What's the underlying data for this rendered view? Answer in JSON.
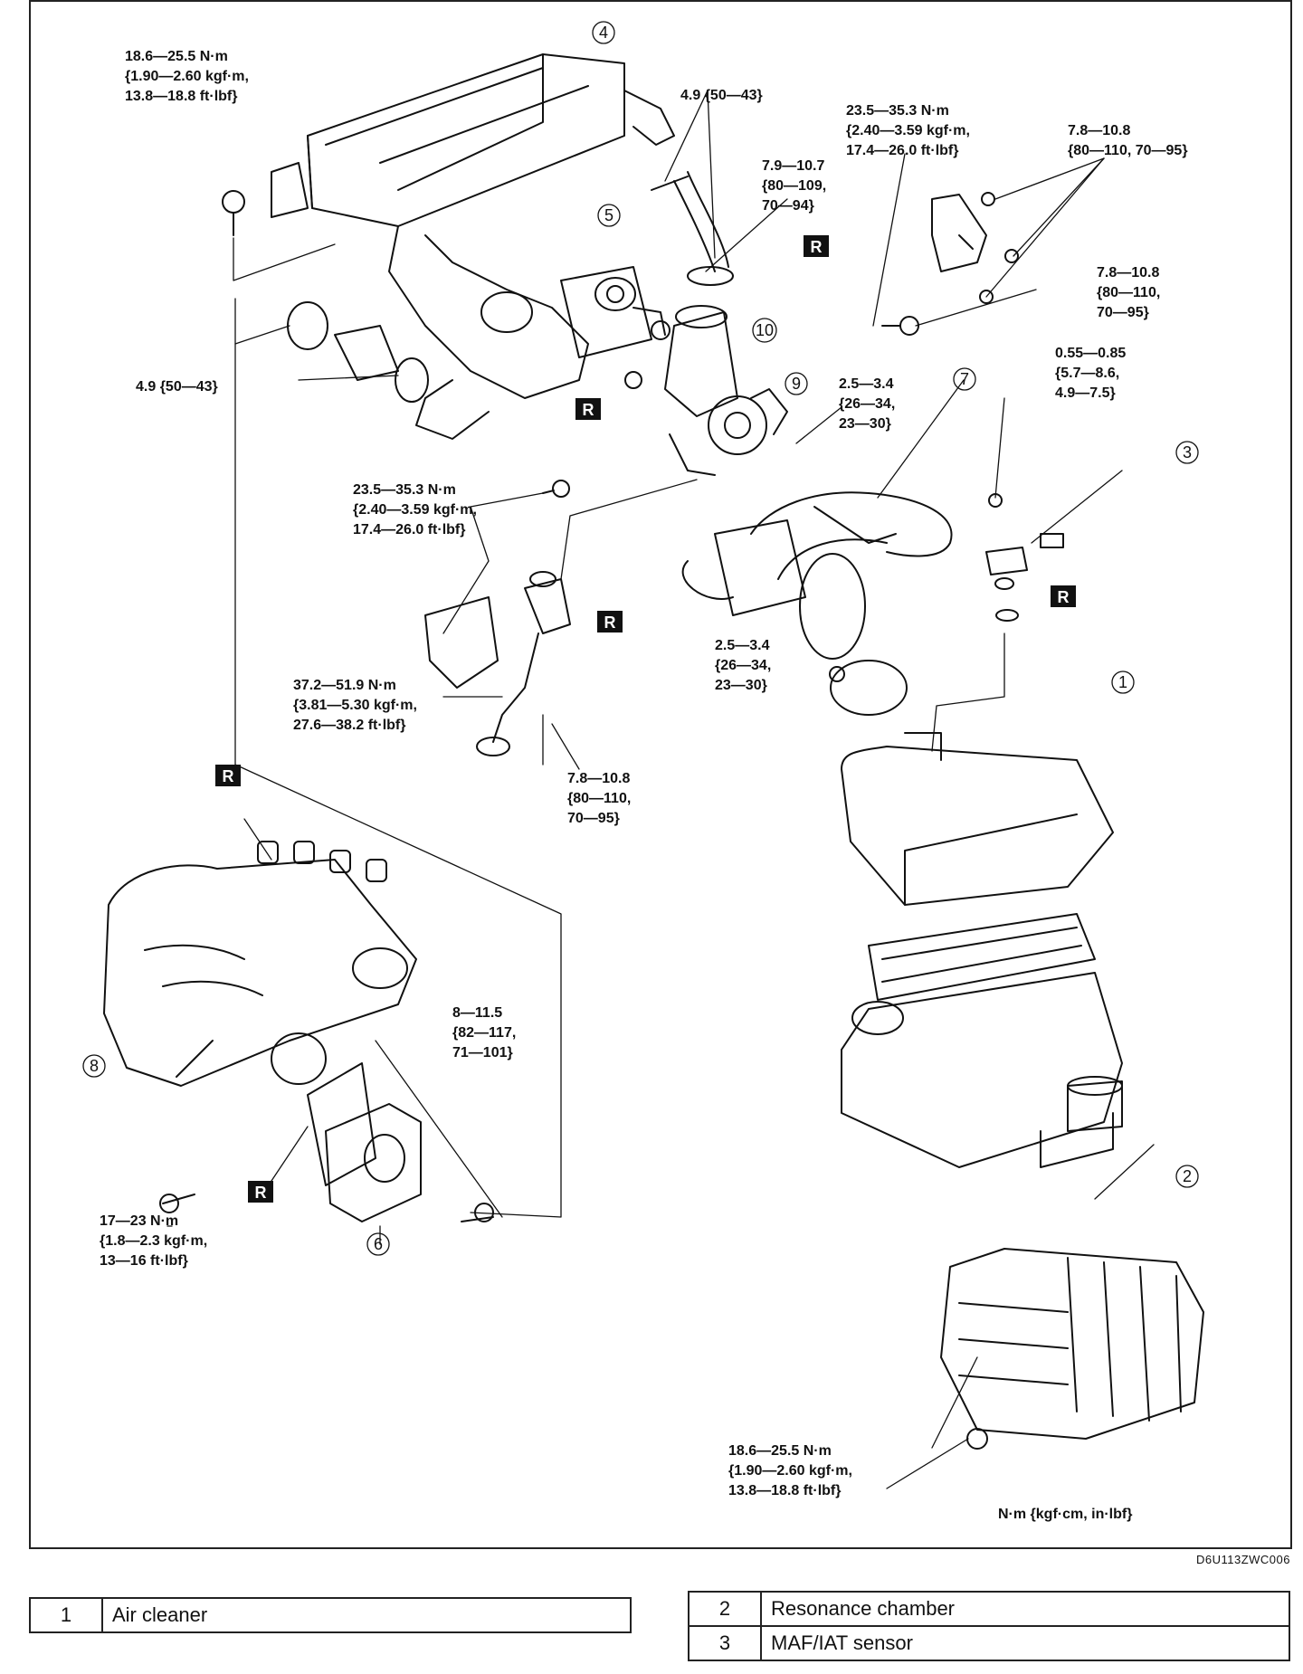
{
  "diagram": {
    "image_code": "D6U113ZWC006",
    "unit_note": "N·m {kgf·cm, in·lbf}",
    "callouts": [
      "1",
      "2",
      "3",
      "4",
      "5",
      "6",
      "7",
      "8",
      "9",
      "10"
    ],
    "replace_mark": "R",
    "torque_labels": {
      "t1": [
        "18.6—25.5 N·m",
        "{1.90—2.60 kgf·m,",
        "13.8—18.8 ft·lbf}"
      ],
      "t2": [
        "4.9 {50—43}"
      ],
      "t3": [
        "7.9—10.7",
        "{80—109,",
        "70—94}"
      ],
      "t4": [
        "23.5—35.3 N·m",
        "{2.40—3.59 kgf·m,",
        "17.4—26.0 ft·lbf}"
      ],
      "t5": [
        "7.8—10.8",
        "{80—110, 70—95}"
      ],
      "t6": [
        "7.8—10.8",
        "{80—110,",
        "70—95}"
      ],
      "t7": [
        "4.9 {50—43}"
      ],
      "t8": [
        "2.5—3.4",
        "{26—34,",
        "23—30}"
      ],
      "t9": [
        "0.55—0.85",
        "{5.7—8.6,",
        "4.9—7.5}"
      ],
      "t10": [
        "23.5—35.3 N·m",
        "{2.40—3.59 kgf·m,",
        "17.4—26.0 ft·lbf}"
      ],
      "t11": [
        "37.2—51.9 N·m",
        "{3.81—5.30 kgf·m,",
        "27.6—38.2 ft·lbf}"
      ],
      "t12": [
        "7.8—10.8",
        "{80—110,",
        "70—95}"
      ],
      "t13": [
        "2.5—3.4",
        "{26—34,",
        "23—30}"
      ],
      "t14": [
        "8—11.5",
        "{82—117,",
        "71—101}"
      ],
      "t15": [
        "17—23 N·m",
        "{1.8—2.3 kgf·m,",
        "13—16 ft·lbf}"
      ],
      "t16": [
        "18.6—25.5 N·m",
        "{1.90—2.60 kgf·m,",
        "13.8—18.8 ft·lbf}"
      ]
    }
  },
  "parts_left": [
    {
      "no": "1",
      "name": "Air cleaner"
    }
  ],
  "parts_right": [
    {
      "no": "2",
      "name": "Resonance chamber"
    },
    {
      "no": "3",
      "name": "MAF/IAT sensor"
    }
  ]
}
